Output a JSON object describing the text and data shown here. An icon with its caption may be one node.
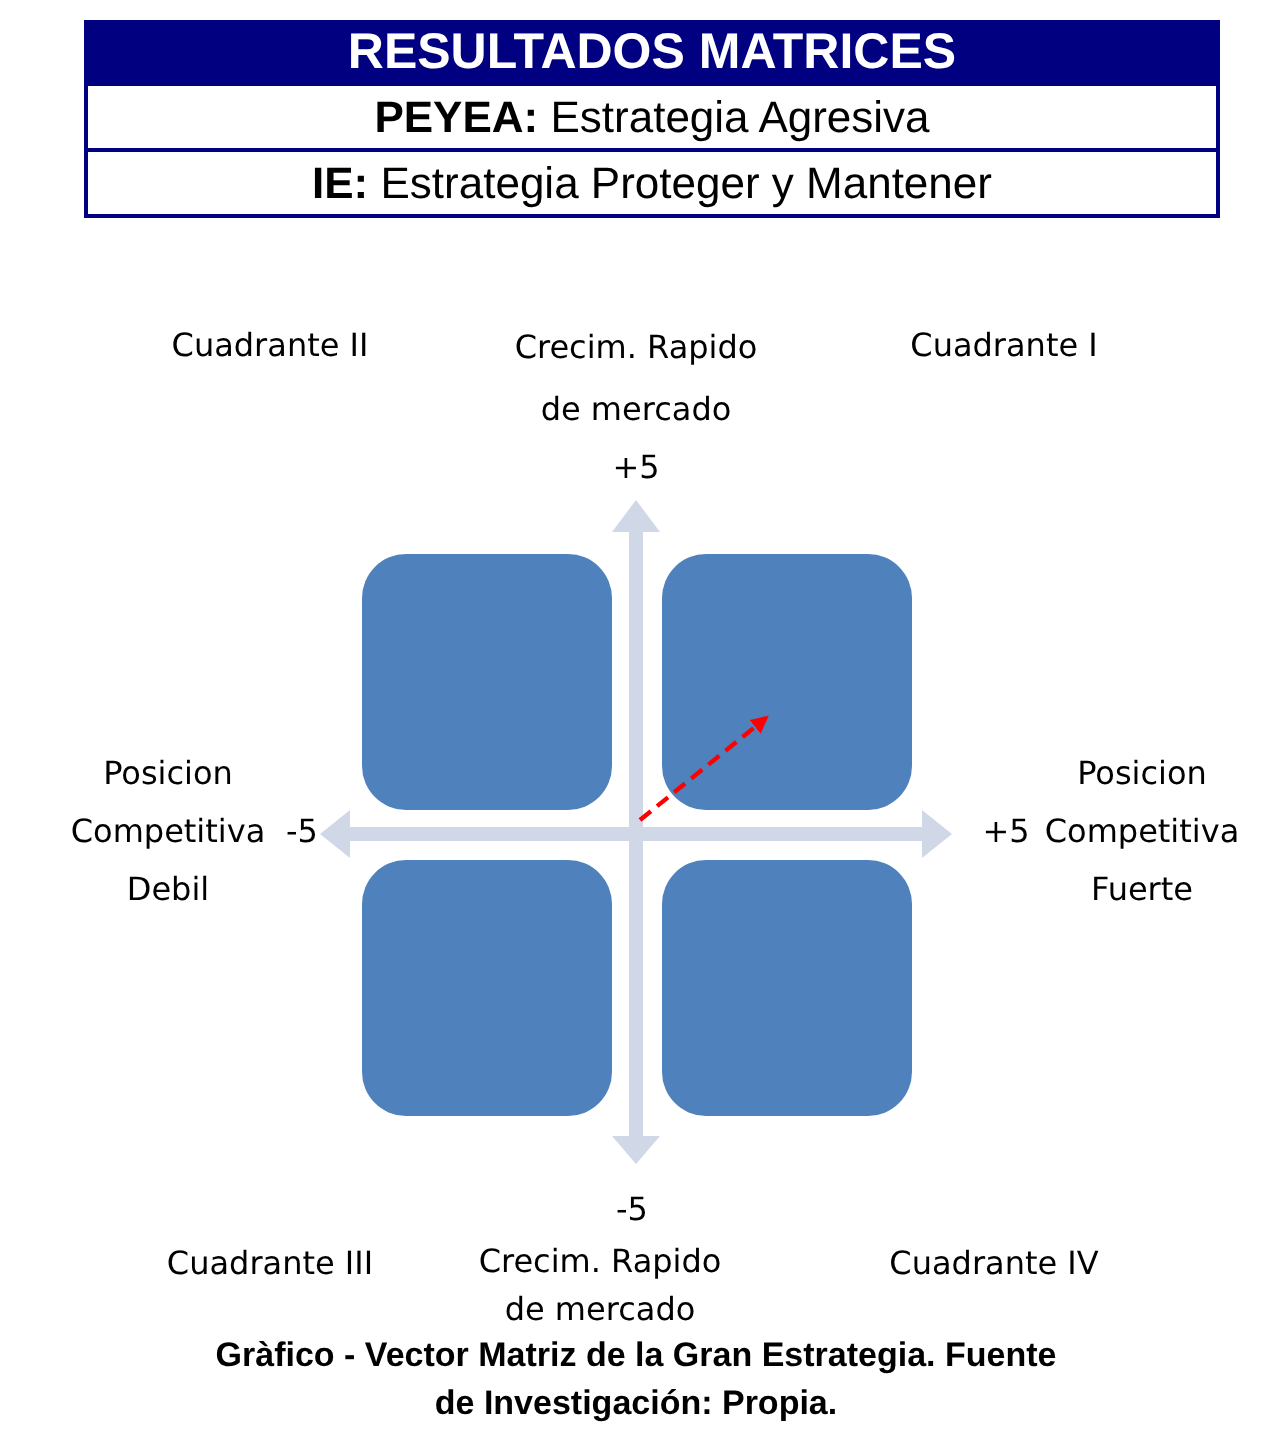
{
  "diagram": {
    "title": "RESULTADOS MATRICES",
    "nodes": [
      {
        "text": [],
        "shape": "box"
      },
      {
        "text": [],
        "shape": "box"
      },
      {
        "text": [],
        "shape": "box"
      },
      {
        "text": [],
        "shape": "box"
      }
    ],
    "labels": [
      "**PEYEA:** Estrategia Agresiva",
      "**IE:** Estrategia Proteger y Mantener",
      "Cuadrante II",
      "Crecim. Rapido de mercado",
      "Cuadrante I",
      "+5",
      "Posicion Competitiva Debil",
      "-5",
      "+5",
      "Posicion Competitiva Fuerte",
      "-5",
      "Cuadrante III",
      "Crecim. Rapido de mercado",
      "Cuadrante IV"
    ],
    "caption": "Gràfico -  Vector Matriz de la Gran Estrategia. Fuente de Investigación: Propia."
  }
}
